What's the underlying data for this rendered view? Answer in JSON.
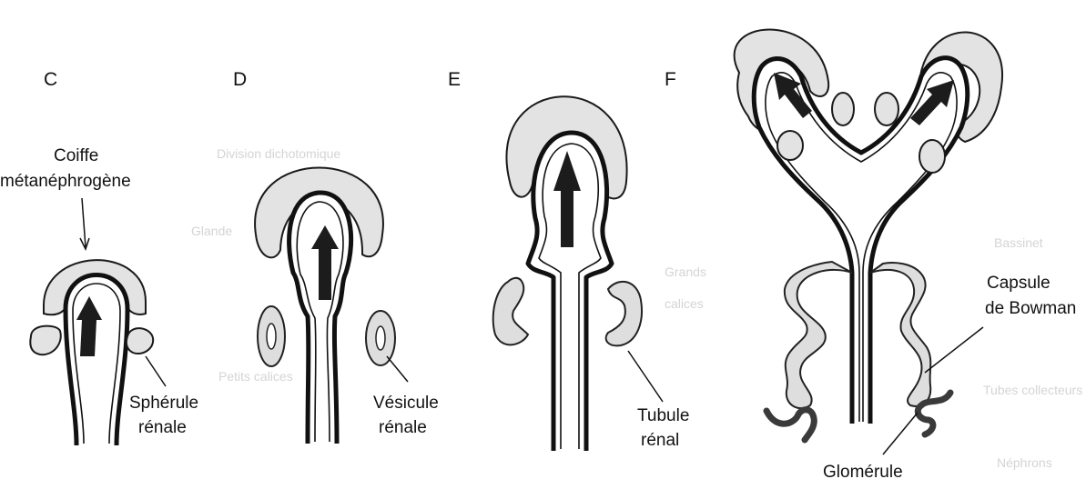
{
  "stages": [
    "C",
    "D",
    "E",
    "F"
  ],
  "labels": {
    "coiffe_line1": "Coiffe",
    "coiffe_line2": "métanéphrogène",
    "spherule_line1": "Sphérule",
    "spherule_line2": "rénale",
    "vesicule_line1": "Vésicule",
    "vesicule_line2": "rénale",
    "tubule_line1": "Tubule",
    "tubule_line2": "rénal",
    "capsule_line1": "Capsule",
    "capsule_line2": "de Bowman",
    "glomerule": "Glomérule"
  },
  "background_text": {
    "t1": "Division dichotomique",
    "t2": "Glande",
    "t3": "Bassinet",
    "t4": "Grands",
    "t5": "calices",
    "t6": "Petits calices",
    "t7": "Tubes collecteurs",
    "t8": "Néphrons"
  },
  "colors": {
    "cap_fill": "#e3e3e3",
    "outline": "#111111",
    "arrow": "#1c1c1c",
    "glomerulus": "#3a3a3a"
  }
}
